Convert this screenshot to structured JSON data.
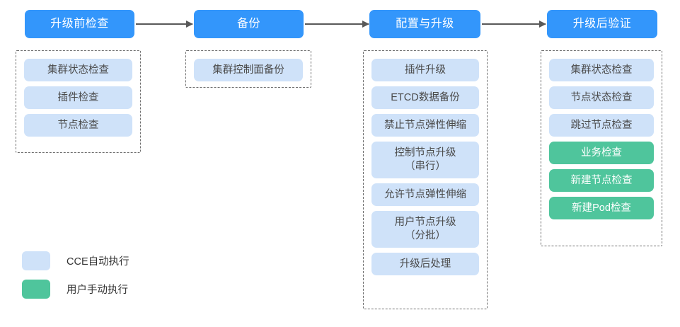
{
  "colors": {
    "stage_header_bg": "#3396fb",
    "auto_item_bg": "#cfe2f9",
    "manual_item_bg": "#4fc59c",
    "group_border": "#6f6f6f",
    "arrow": "#595959",
    "canvas_bg": "#ffffff"
  },
  "stages": [
    {
      "title": "升级前检查",
      "items": [
        {
          "label": "集群状态检查",
          "kind": "auto"
        },
        {
          "label": "插件检查",
          "kind": "auto"
        },
        {
          "label": "节点检查",
          "kind": "auto"
        }
      ]
    },
    {
      "title": "备份",
      "items": [
        {
          "label": "集群控制面备份",
          "kind": "auto"
        }
      ]
    },
    {
      "title": "配置与升级",
      "items": [
        {
          "label": "插件升级",
          "kind": "auto"
        },
        {
          "label": "ETCD数据备份",
          "kind": "auto"
        },
        {
          "label": "禁止节点弹性伸缩",
          "kind": "auto"
        },
        {
          "label": "控制节点升级\n（串行）",
          "kind": "auto"
        },
        {
          "label": "允许节点弹性伸缩",
          "kind": "auto"
        },
        {
          "label": "用户节点升级\n（分批）",
          "kind": "auto"
        },
        {
          "label": "升级后处理",
          "kind": "auto"
        }
      ]
    },
    {
      "title": "升级后验证",
      "items": [
        {
          "label": "集群状态检查",
          "kind": "auto"
        },
        {
          "label": "节点状态检查",
          "kind": "auto"
        },
        {
          "label": "跳过节点检查",
          "kind": "auto"
        },
        {
          "label": "业务检查",
          "kind": "manual"
        },
        {
          "label": "新建节点检查",
          "kind": "manual"
        },
        {
          "label": "新建Pod检查",
          "kind": "manual"
        }
      ]
    }
  ],
  "legend": [
    {
      "label": "CCE自动执行",
      "kind": "auto"
    },
    {
      "label": "用户手动执行",
      "kind": "manual"
    }
  ]
}
